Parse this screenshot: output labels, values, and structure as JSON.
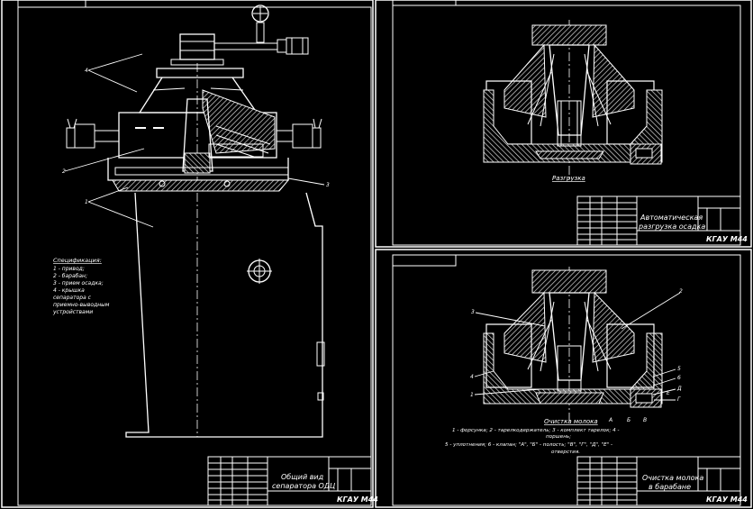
{
  "sheets": {
    "general": {
      "spec_title": "Спецификация:",
      "spec_items": [
        "1 - привод;",
        "2 - барабан;",
        "3 - прием осадка;",
        "4 - крышка",
        "сепаратора с",
        "приемно-выводным",
        "устройствами"
      ],
      "callouts": [
        "4",
        "2",
        "1",
        "3"
      ],
      "stamp_title_1": "Общий вид",
      "stamp_title_2": "сепаратора ОДЦ",
      "stamp_code": "КГАУ М44"
    },
    "unloading": {
      "caption": "Разгрузка",
      "stamp_title_1": "Автоматическая",
      "stamp_title_2": "разгрузка осадка",
      "stamp_code": "КГАУ М44"
    },
    "cleaning": {
      "caption": "Очистка молока",
      "callouts_left": [
        "3",
        "4",
        "1"
      ],
      "callouts_right": [
        "2",
        "5",
        "6",
        "Д",
        "Г",
        "Е"
      ],
      "callouts_bottom": [
        "А",
        "Б",
        "В"
      ],
      "legend_1": "1 - форсунка; 2 - тарелкодержатель; 3 - комплект тарелок; 4 -",
      "legend_2": "поршень;",
      "legend_3": "5 - уплотнения; 6 - клапан; \"А\", \"Б\" - полость; \"В\", \"Г\", \"Д\", \"Е\" -",
      "legend_4": "отверстия.",
      "stamp_title_1": "Очистка молока",
      "stamp_title_2": "в барабане",
      "stamp_code": "КГАУ М44"
    }
  },
  "colors": {
    "background": "#000000",
    "lines": "#ffffff",
    "hatch": "#cfcfcf"
  }
}
